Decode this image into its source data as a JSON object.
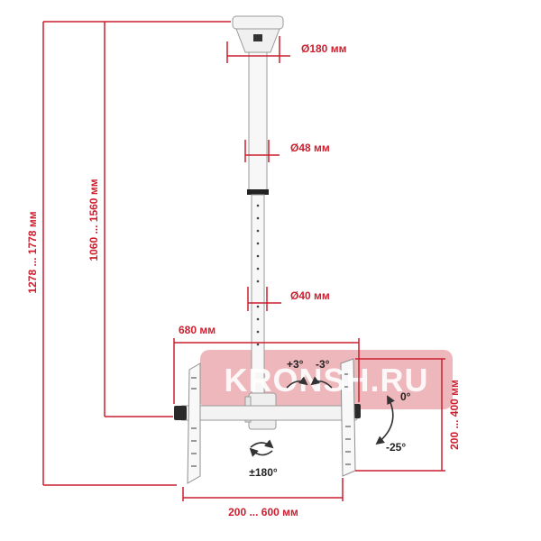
{
  "labels": {
    "base_diameter": "Ø180 мм",
    "upper_pole_diameter": "Ø48 мм",
    "lower_pole_diameter": "Ø40 мм",
    "total_height": "1278 ... 1778 мм",
    "pole_length": "1060 ... 1560 мм",
    "frame_width": "680 мм",
    "tilt_plus": "+3°",
    "tilt_minus": "-3°",
    "swivel": "±180°",
    "tilt_zero": "0°",
    "tilt_down": "-25°",
    "vesa_horizontal": "200 ... 600 мм",
    "vesa_vertical": "200 ... 400 мм"
  },
  "watermark": "KRONSH.RU",
  "colors": {
    "dimension": "#cc1f2f",
    "text_dark": "#222222",
    "mount_body": "#f2f2f2",
    "mount_outline": "#9a9a9a",
    "watermark_bg": "#e9a5aa",
    "bracket": "#2a2a2a"
  }
}
